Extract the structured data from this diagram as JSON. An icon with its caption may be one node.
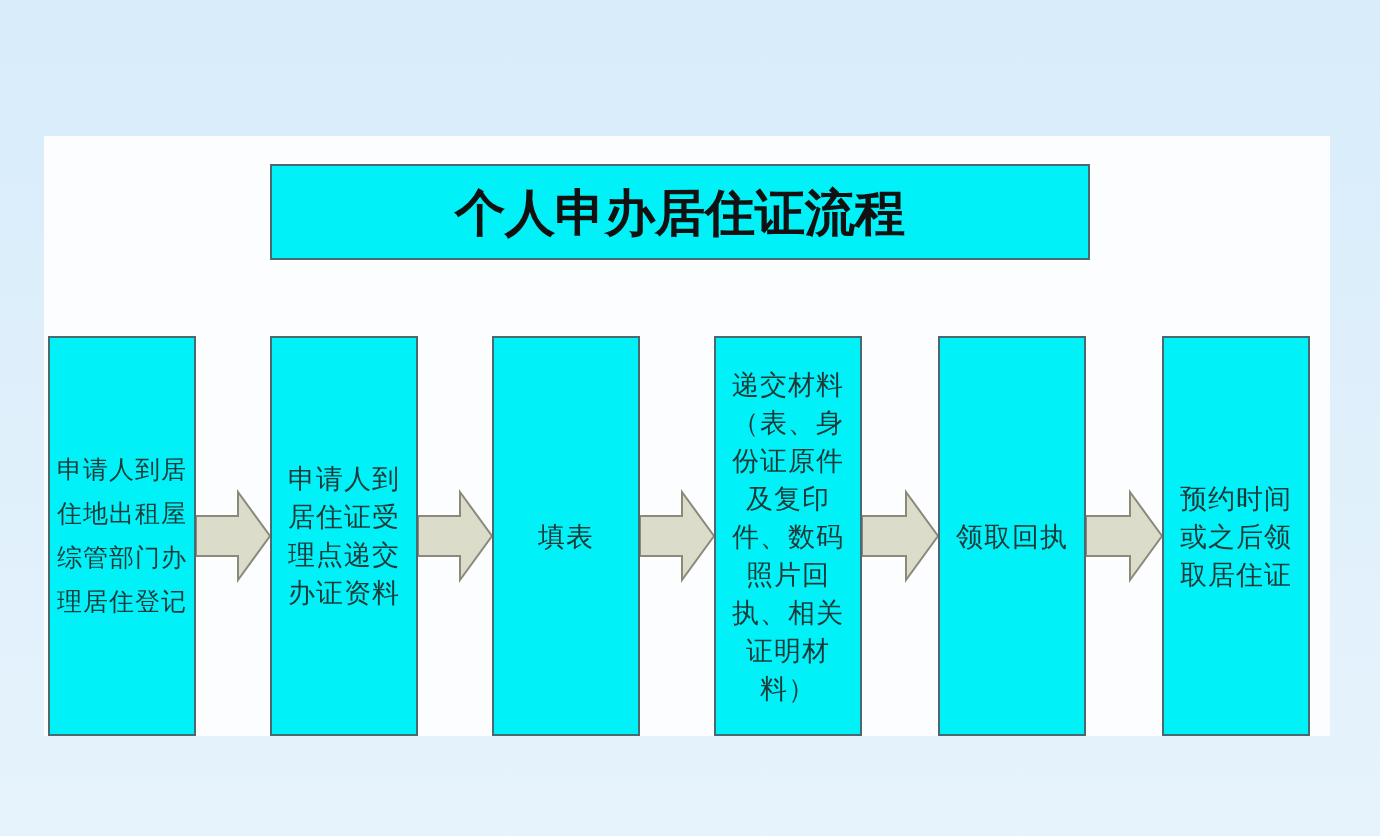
{
  "diagram": {
    "title": "个人申办居住证流程",
    "nodes": [
      {
        "text": [
          "申请人到居住地出租屋综管部门办理居住登记"
        ]
      },
      {
        "text": [
          "申请人到居住证受理点递交办证资料"
        ]
      },
      {
        "text": [
          "填表"
        ]
      },
      {
        "text": [
          "递交材料（表、身份证原件及复印件、数码照片回执、相关证明材料）"
        ]
      },
      {
        "text": [
          "领取回执"
        ]
      },
      {
        "text": [
          "预约时间或之后领取居住证"
        ]
      }
    ],
    "edges": [
      {
        "from": 0,
        "to": 1,
        "arrow": "to"
      },
      {
        "from": 1,
        "to": 2,
        "arrow": "to"
      },
      {
        "from": 2,
        "to": 3,
        "arrow": "to"
      },
      {
        "from": 3,
        "to": 4,
        "arrow": "to"
      },
      {
        "from": 4,
        "to": 5,
        "arrow": "to"
      }
    ]
  }
}
